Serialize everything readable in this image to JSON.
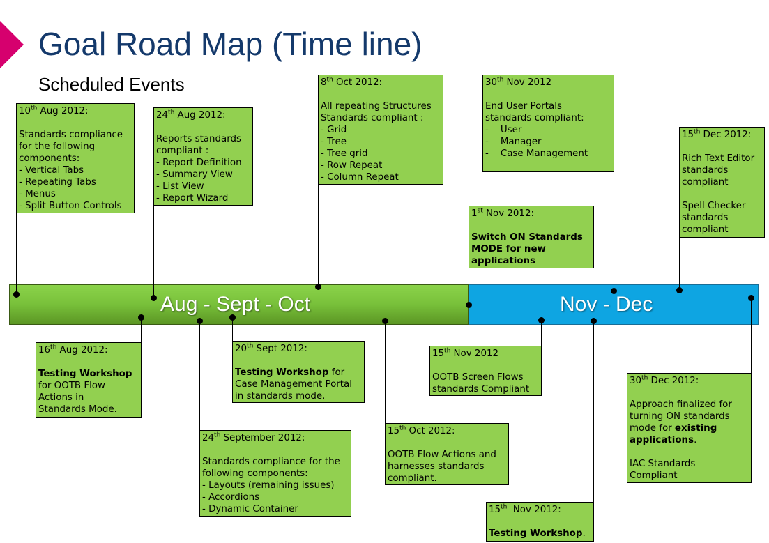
{
  "header": {
    "title": "Goal Road Map (Time line)",
    "subtitle": "Scheduled Events"
  },
  "timeline": {
    "left_label": "Aug - Sept - Oct",
    "right_label": "Nov - Dec",
    "left_color": "#78c03a",
    "right_color": "#0ea5e2"
  },
  "events": {
    "aug10": {
      "day": "10",
      "suffix": "th",
      "rest": " Aug 2012:",
      "lines": [
        "Standards compliance",
        "for the following",
        "components:",
        "- Vertical  Tabs",
        "- Repeating Tabs",
        "- Menus",
        "- Split Button Controls"
      ]
    },
    "aug24": {
      "day": "24",
      "suffix": "th",
      "rest": " Aug 2012:",
      "lines": [
        "Reports  standards",
        "compliant  :",
        "- Report Definition",
        "- Summary  View",
        "- List View",
        "- Report Wizard"
      ]
    },
    "oct8": {
      "day": "8",
      "suffix": "th",
      "rest": " Oct  2012:",
      "lines": [
        "All repeating Structures",
        "Standards compliant  :",
        "- Grid",
        "- Tree",
        "- Tree grid",
        "- Row Repeat",
        "- Column  Repeat"
      ]
    },
    "nov30": {
      "day": "30",
      "suffix": "th",
      "rest": " Nov 2012",
      "lines": [
        "End User Portals",
        "standards compliant:",
        "-    User",
        "-    Manager",
        "-    Case Management"
      ]
    },
    "dec15": {
      "day": "15",
      "suffix": "th",
      "rest": " Dec 2012:",
      "lines": [
        "Rich Text Editor",
        "standards",
        "compliant",
        "Spell Checker",
        "standards",
        "compliant"
      ]
    },
    "nov1": {
      "day": "1",
      "suffix": "st",
      "rest": " Nov 2012:",
      "bold_lines": [
        "Switch ON Standards",
        "MODE for new",
        "applications"
      ]
    },
    "aug16": {
      "day": "16",
      "suffix": "th",
      "rest": " Aug 2012:",
      "bold": "Testing Workshop",
      "lines": [
        "for OOTB Flow",
        "Actions in",
        "Standards Mode."
      ]
    },
    "sep20": {
      "day": "20",
      "suffix": "th",
      "rest": " Sept 2012:",
      "bold": "Testing  Workshop",
      "bold_tail": " for",
      "lines": [
        "Case Management  Portal",
        "in  standards mode."
      ]
    },
    "sep24": {
      "day": "24",
      "suffix": "th",
      "rest": " September 2012:",
      "lines": [
        "Standards compliance  for the",
        "following components:",
        "- Layouts (remaining  issues)",
        "- Accordions",
        "- Dynamic  Container"
      ]
    },
    "oct15": {
      "day": "15",
      "suffix": "th",
      "rest": " Oct 2012:",
      "lines": [
        "OOTB Flow Actions and",
        "harnesses standards",
        "compliant."
      ]
    },
    "nov15a": {
      "day": "15",
      "suffix": "th",
      "rest": " Nov 2012",
      "lines": [
        "OOTB Screen Flows",
        "standards Compliant"
      ]
    },
    "nov15b": {
      "day": "15",
      "suffix": "th",
      "rest": "  Nov 2012:",
      "bold": "Testing  Workshop",
      "tail": "."
    },
    "dec30": {
      "day": "30",
      "suffix": "th",
      "rest": " Dec 2012:",
      "lines": [
        "Approach finalized  for",
        "turning ON standards"
      ],
      "pre": "mode for ",
      "bold1": "existing",
      "bold2": "applications",
      "tail": ".",
      "extra": [
        "IAC Standards",
        "Compliant"
      ]
    }
  }
}
